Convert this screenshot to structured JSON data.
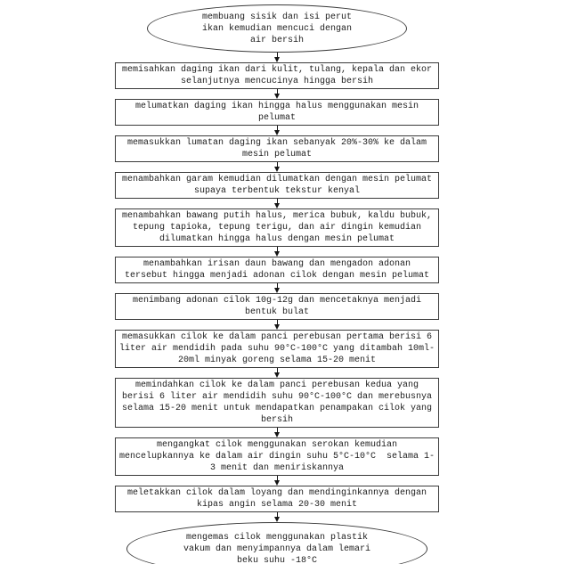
{
  "colors": {
    "background": "#ffffff",
    "border": "#3a3a3a",
    "text": "#1c1c1c"
  },
  "flowchart": {
    "nodes": [
      {
        "name": "start-terminator",
        "shape": "ellipse",
        "variant": "ellipse-start",
        "text": "membuang sisik dan isi perut\nikan kemudian mencuci dengan\nair bersih"
      },
      {
        "name": "process-step-1",
        "shape": "rect",
        "text": "memisahkan daging ikan dari kulit, tulang, kepala dan ekor\nselanjutnya mencucinya hingga bersih"
      },
      {
        "name": "process-step-2",
        "shape": "rect",
        "text": "melumatkan daging ikan hingga halus menggunakan mesin\npelumat"
      },
      {
        "name": "process-step-3",
        "shape": "rect",
        "text": "memasukkan lumatan daging ikan sebanyak 20%-30% ke dalam\nmesin pelumat"
      },
      {
        "name": "process-step-4",
        "shape": "rect",
        "text": "menambahkan garam kemudian dilumatkan dengan mesin pelumat\nsupaya terbentuk tekstur kenyal"
      },
      {
        "name": "process-step-5",
        "shape": "rect",
        "text": "menambahkan bawang putih halus, merica bubuk, kaldu bubuk,\ntepung tapioka, tepung terigu, dan air dingin kemudian\ndilumatkan hingga halus dengan mesin pelumat"
      },
      {
        "name": "process-step-6",
        "shape": "rect",
        "text": "menambahkan irisan daun bawang dan mengadon adonan\ntersebut hingga menjadi adonan cilok dengan mesin pelumat"
      },
      {
        "name": "process-step-7",
        "shape": "rect",
        "text": "menimbang adonan cilok 10g-12g dan mencetaknya menjadi\nbentuk bulat"
      },
      {
        "name": "process-step-8",
        "shape": "rect",
        "text": "memasukkan cilok ke dalam panci perebusan pertama berisi 6\nliter air mendidih pada suhu 90°C-100°C yang ditambah 10ml-\n20ml minyak goreng selama 15-20 menit"
      },
      {
        "name": "process-step-9",
        "shape": "rect",
        "text": "memindahkan cilok ke dalam panci perebusan kedua yang\nberisi 6 liter air mendidih suhu 90°C-100°C dan merebusnya\nselama 15-20 menit untuk mendapatkan penampakan cilok yang\nbersih"
      },
      {
        "name": "process-step-10",
        "shape": "rect",
        "text": "mengangkat cilok menggunakan serokan kemudian\nmencelupkannya ke dalam air dingin suhu 5°C-10°C  selama 1-\n3 menit dan meniriskannya"
      },
      {
        "name": "process-step-11",
        "shape": "rect",
        "text": "meletakkan cilok dalam loyang dan mendinginkannya dengan\nkipas angin selama 20-30 menit"
      },
      {
        "name": "end-terminator",
        "shape": "ellipse",
        "variant": "ellipse-end",
        "text": "mengemas cilok menggunakan plastik\nvakum dan menyimpannya dalam lemari\nbeku suhu -18°C"
      }
    ]
  }
}
